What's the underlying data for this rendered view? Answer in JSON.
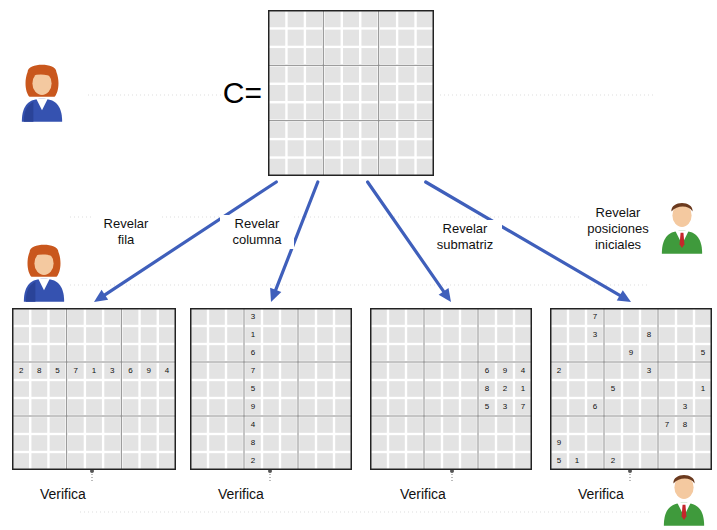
{
  "diagram": {
    "nodes": [
      {
        "text": [
          "C="
        ]
      },
      {
        "text": [
          "2",
          "8",
          "5",
          "7",
          "1",
          "3",
          "6",
          "9",
          "4"
        ]
      },
      {
        "text": [
          "3",
          "1",
          "6",
          "7",
          "5",
          "9",
          "4",
          "8",
          "2"
        ]
      },
      {
        "text": [
          "6",
          "9",
          "4",
          "8",
          "2",
          "1",
          "5",
          "3",
          "7"
        ]
      },
      {
        "text": [
          "7",
          "3",
          "8",
          "9",
          "5",
          "2",
          "3",
          "5",
          "1",
          "6",
          "3",
          "7",
          "8",
          "9",
          "5",
          "1",
          "2"
        ]
      }
    ],
    "edges": [
      {
        "from": 0,
        "to": 1,
        "arrow": "to",
        "label": "Revelar fila"
      },
      {
        "from": 0,
        "to": 2,
        "arrow": "to",
        "label": "Revelar columna"
      },
      {
        "from": 0,
        "to": 3,
        "arrow": "to",
        "label": "Revelar submatriz"
      },
      {
        "from": 0,
        "to": 4,
        "arrow": "to",
        "label": "Revelar posiciones iniciales"
      }
    ],
    "labels": [
      "Verifica",
      "Verifica",
      "Verifica",
      "Verifica"
    ]
  }
}
